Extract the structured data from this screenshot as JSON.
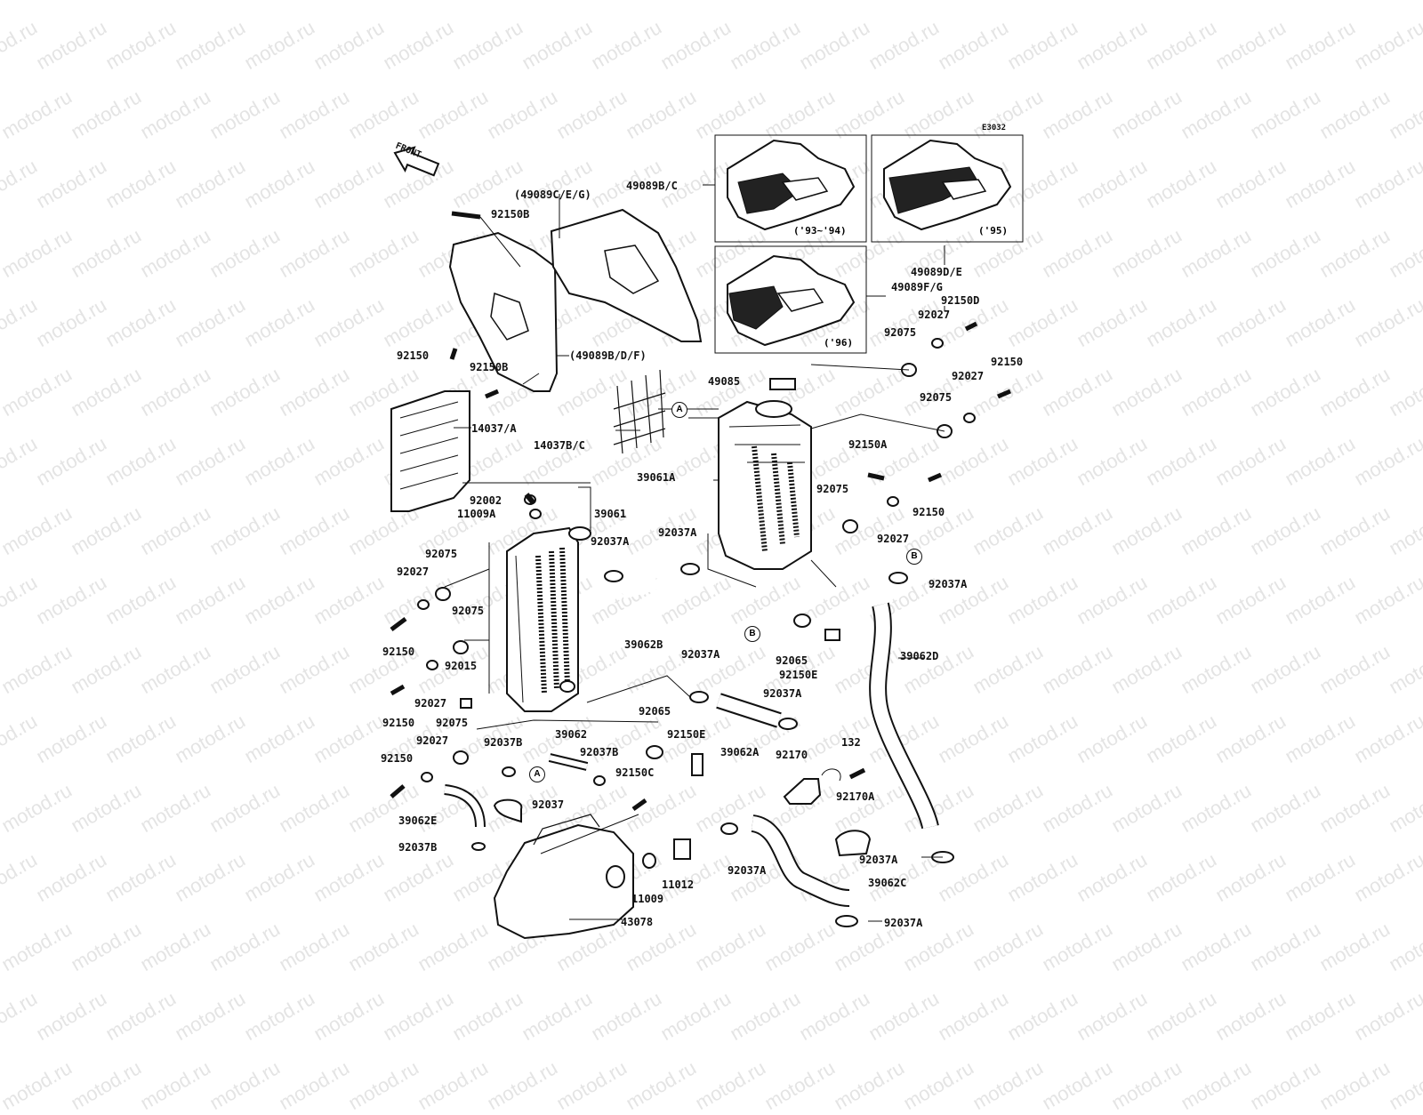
{
  "watermark": "motod.ru",
  "diagram_code": "E3032",
  "front_label": "FRONT",
  "ref_circles": [
    "A",
    "B"
  ],
  "shroud_variants": [
    {
      "years": "('93~'94)"
    },
    {
      "years": "('95)"
    },
    {
      "years": "('96)"
    }
  ],
  "labels": {
    "p49089C_E_G": "(49089C/E/G)",
    "p49089B_C": "49089B/C",
    "p92150B_top": "92150B",
    "p49089D_E": "49089D/E",
    "p49089F_G": "49089F/G",
    "p92150D": "92150D",
    "p92027_a": "92027",
    "p92150_top": "92150",
    "p49089B_D_F": "(49089B/D/F)",
    "p92075_a": "92075",
    "p92150B_mid": "92150B",
    "p49085": "49085",
    "p92150_r": "92150",
    "p92027_b": "92027",
    "p92075_b": "92075",
    "p14037_A": "14037/A",
    "p14037B_C": "14037B/C",
    "p92150A": "92150A",
    "p39061A": "39061A",
    "p92002": "92002",
    "p39061": "39061",
    "p11009A": "11009A",
    "p92075_c": "92075",
    "p92150_r2": "92150",
    "p92037A_a": "92037A",
    "p92037A_b": "92037A",
    "p92027_c": "92027",
    "p92075_l1": "92075",
    "p92027_l1": "92027",
    "p92037A_c": "92037A",
    "p92075_l2": "92075",
    "p39062B": "39062B",
    "p92150_l1": "92150",
    "p92065_a": "92065",
    "p92015": "92015",
    "p92037A_d": "92037A",
    "p92150E_a": "92150E",
    "p39062D": "39062D",
    "p92027_l2": "92027",
    "p92150_l2": "92150",
    "p92065_b": "92065",
    "p92037A_e": "92037A",
    "p92075_l3": "92075",
    "p39062": "39062",
    "p92150E_b": "92150E",
    "p92027_l3": "92027",
    "p92037B_a": "92037B",
    "p92037B_b": "92037B",
    "p39062A": "39062A",
    "p92170": "92170",
    "p132": "132",
    "p92150_l3": "92150",
    "p92150C": "92150C",
    "p92037": "92037",
    "p92170A": "92170A",
    "p39062E": "39062E",
    "p92037B_c": "92037B",
    "p92037A_f": "92037A",
    "p92037A_g": "92037A",
    "p11012": "11012",
    "p39062C": "39062C",
    "p11009": "11009",
    "p43078": "43078",
    "p92037A_h": "92037A"
  }
}
